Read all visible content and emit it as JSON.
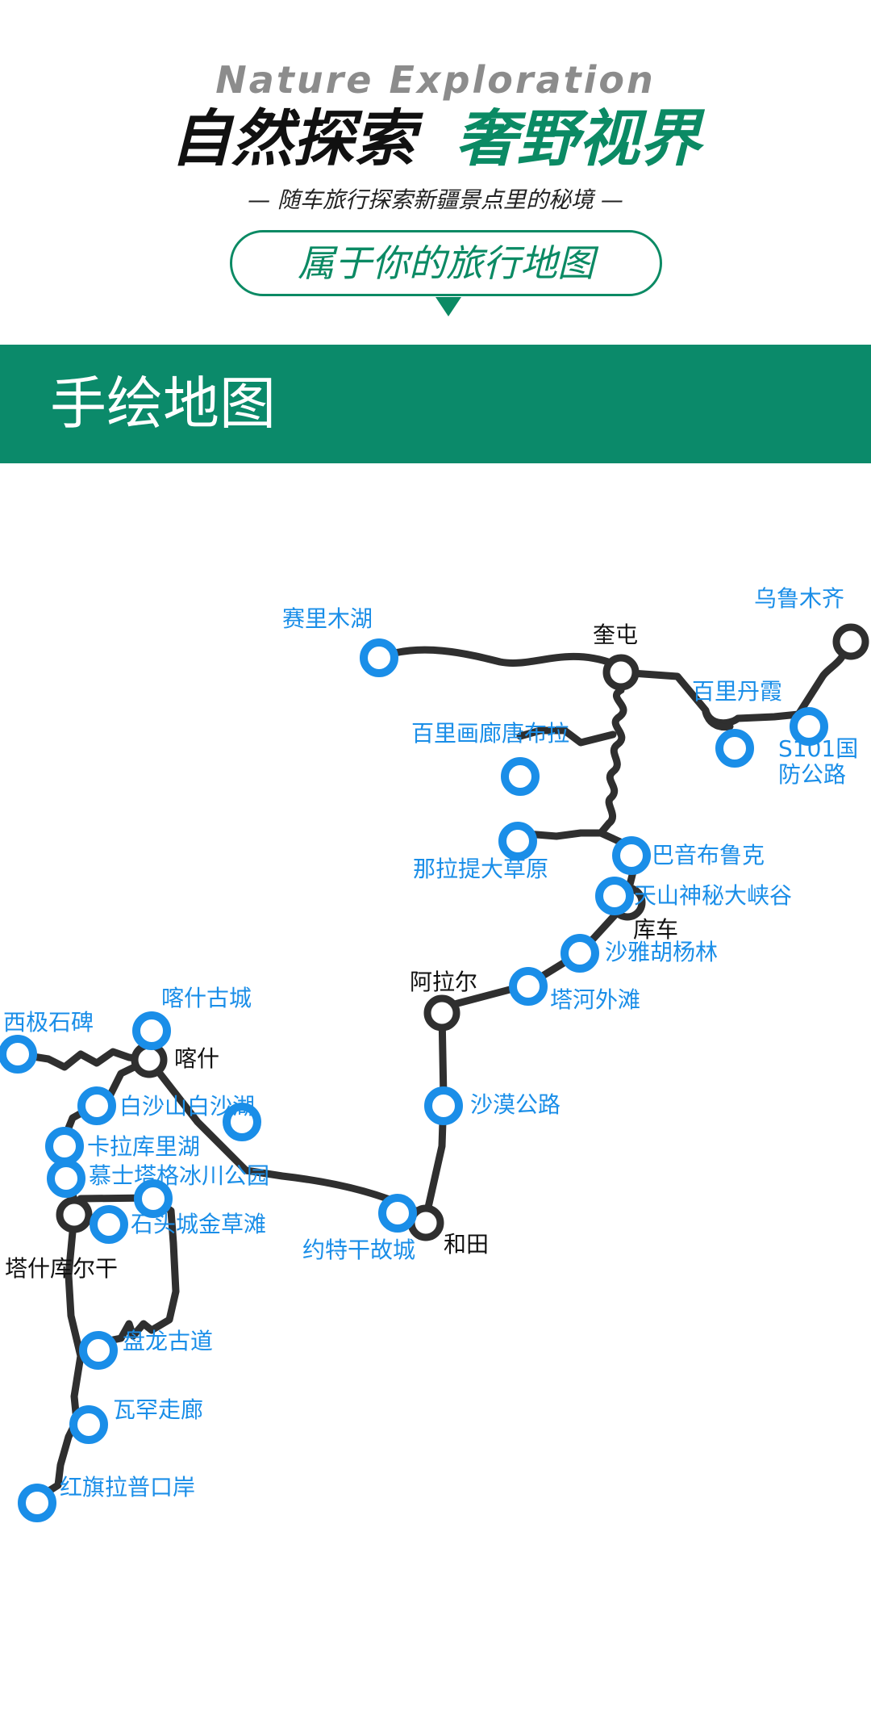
{
  "header": {
    "english_title": "Nature Exploration",
    "title_part1": "自然探索",
    "title_part2": "奢野视界",
    "subtitle": "— 随车旅行探索新疆景点里的秘境 —",
    "pill_text": "属于你的旅行地图"
  },
  "banner": {
    "title": "手绘地图"
  },
  "colors": {
    "brand_green": "#0b8a64",
    "route_line": "#2f2f2f",
    "scenic_marker": "#1a8ee8",
    "city_marker": "#2f2f2f"
  },
  "map": {
    "legend_note": "",
    "stops": {
      "wulumuqi": {
        "label": "乌鲁木齐",
        "kind": "city"
      },
      "kuitun": {
        "label": "奎屯",
        "kind": "city"
      },
      "sailimu": {
        "label": "赛里木湖",
        "kind": "scenic"
      },
      "bailidanxia": {
        "label": "百里丹霞",
        "kind": "scenic"
      },
      "s101": {
        "label": "S101国防公路",
        "kind": "scenic"
      },
      "bailihualang": {
        "label": "百里画廊唐布拉",
        "kind": "scenic"
      },
      "nalati": {
        "label": "那拉提大草原",
        "kind": "scenic"
      },
      "bayinbuluke": {
        "label": "巴音布鲁克",
        "kind": "scenic"
      },
      "tianshan": {
        "label": "天山神秘大峡谷",
        "kind": "scenic"
      },
      "kuche": {
        "label": "库车",
        "kind": "city"
      },
      "shaya": {
        "label": "沙雅胡杨林",
        "kind": "scenic"
      },
      "alaer": {
        "label": "阿拉尔",
        "kind": "city"
      },
      "tahe": {
        "label": "塔河外滩",
        "kind": "scenic"
      },
      "shamo": {
        "label": "沙漠公路",
        "kind": "scenic"
      },
      "hetian": {
        "label": "和田",
        "kind": "city"
      },
      "yuete": {
        "label": "约特干故城",
        "kind": "scenic"
      },
      "kashi": {
        "label": "喀什",
        "kind": "city"
      },
      "kashigucheng": {
        "label": "喀什古城",
        "kind": "scenic"
      },
      "xiji": {
        "label": "西极石碑",
        "kind": "scenic"
      },
      "baishashan": {
        "label": "白沙山白沙湖",
        "kind": "scenic"
      },
      "kalaku": {
        "label": "卡拉库里湖",
        "kind": "scenic"
      },
      "mushitage": {
        "label": "慕士塔格冰川公园",
        "kind": "scenic"
      },
      "tashikuergan": {
        "label": "塔什库尔干",
        "kind": "city"
      },
      "shitoucheng": {
        "label": "石头城金草滩",
        "kind": "scenic"
      },
      "panlong": {
        "label": "盘龙古道",
        "kind": "scenic"
      },
      "wahan": {
        "label": "瓦罕走廊",
        "kind": "scenic"
      },
      "hongqila": {
        "label": "红旗拉普口岸",
        "kind": "scenic"
      }
    }
  }
}
